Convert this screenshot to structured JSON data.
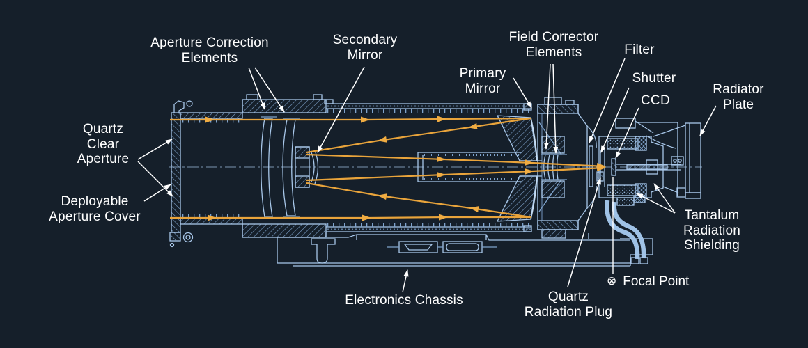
{
  "meta": {
    "title": "Telescope instrument cutaway diagram",
    "description": "Blueprint-style cross-section of a space telescope camera with labeled optical path"
  },
  "colors": {
    "background": "#151F2A",
    "blueprint_line": "#A8C7E9",
    "blueprint_dim": "#7FA3CC",
    "blueprint_fill": "#9FC2E6",
    "ray_orange": "#E9A43B",
    "ray_arrow": "#F0AC42",
    "label_white": "#FFFFFF"
  },
  "labels": {
    "aperture_correction": "Aperture Correction\nElements",
    "secondary_mirror": "Secondary\nMirror",
    "field_corrector": "Field Corrector\nElements",
    "primary_mirror": "Primary\nMirror",
    "filter": "Filter",
    "shutter": "Shutter",
    "ccd": "CCD",
    "radiator_plate": "Radiator\nPlate",
    "quartz_clear_aperture": "Quartz\nClear\nAperture",
    "deployable_aperture_cover": "Deployable\nAperture Cover",
    "electronics_chassis": "Electronics Chassis",
    "focal_point": "Focal Point",
    "focal_point_symbol": "⊗",
    "quartz_radiation_plug": "Quartz\nRadiation Plug",
    "tantalum_shielding": "Tantalum\nRadiation\nShielding"
  }
}
